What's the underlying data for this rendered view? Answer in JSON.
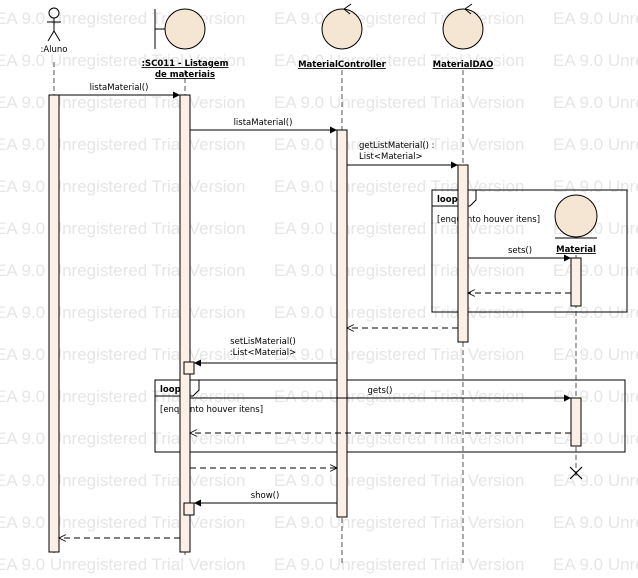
{
  "watermark": "EA 9.0 Unregistered Trial Version",
  "participants": [
    {
      "id": "aluno",
      "kind": "actor",
      "label": ":Aluno"
    },
    {
      "id": "sc011",
      "kind": "boundary",
      "label_lines": [
        ":SC011 - Listagem",
        "de materiais"
      ]
    },
    {
      "id": "controller",
      "kind": "control",
      "label": "MaterialController"
    },
    {
      "id": "dao",
      "kind": "control",
      "label": "MaterialDAO"
    },
    {
      "id": "material",
      "kind": "entity",
      "label": "Material"
    }
  ],
  "messages": [
    {
      "lines": [
        "listaMaterial()"
      ]
    },
    {
      "lines": [
        "listaMaterial()"
      ]
    },
    {
      "lines": [
        "getListMaterial() :",
        "List<Material>"
      ]
    },
    {
      "lines": [
        "sets()"
      ]
    },
    {
      "lines": []
    },
    {
      "lines": []
    },
    {
      "lines": [
        "setLisMaterial()",
        ":List<Material>"
      ]
    },
    {
      "lines": [
        "gets()"
      ]
    },
    {
      "lines": []
    },
    {
      "lines": []
    },
    {
      "lines": [
        "show()"
      ]
    },
    {
      "lines": []
    }
  ],
  "fragments": [
    {
      "operator": "loop",
      "guard": "[enquanto houver itens]"
    },
    {
      "operator": "loop",
      "guard": "[enquanto houver itens]"
    }
  ],
  "colors": {
    "activation_fill": "#fcf0e6",
    "participant_fill": "#f5e6d3",
    "line": "#000000",
    "lifeline": "#555555",
    "watermark": "#e6e6e6"
  }
}
